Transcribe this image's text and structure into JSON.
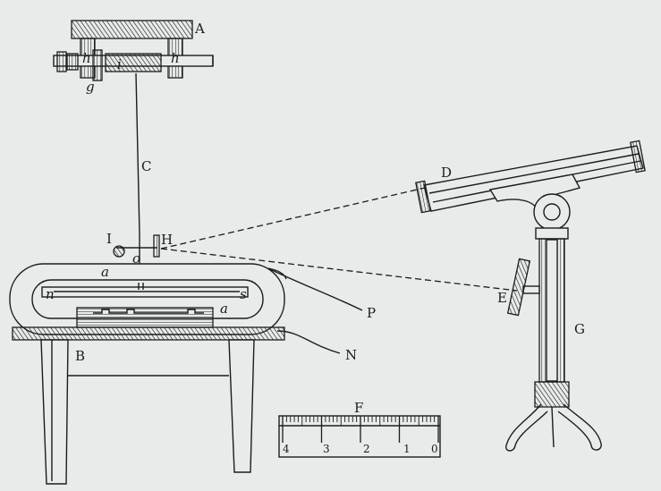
{
  "labels": {
    "A": "A",
    "h_left": "h",
    "h_right": "h",
    "g": "g",
    "i": "i",
    "C": "C",
    "I": "I",
    "H": "H",
    "o": "o",
    "a_top": "a",
    "a_bottom": "a",
    "n": "n",
    "s": "s",
    "B": "B",
    "P": "P",
    "N": "N",
    "D": "D",
    "E": "E",
    "G": "G",
    "F": "F"
  },
  "scale_numbers": [
    "4",
    "3",
    "2",
    "1",
    "0"
  ],
  "colors": {
    "ink": "#1c1c1c",
    "paper": "#e9eaea"
  }
}
